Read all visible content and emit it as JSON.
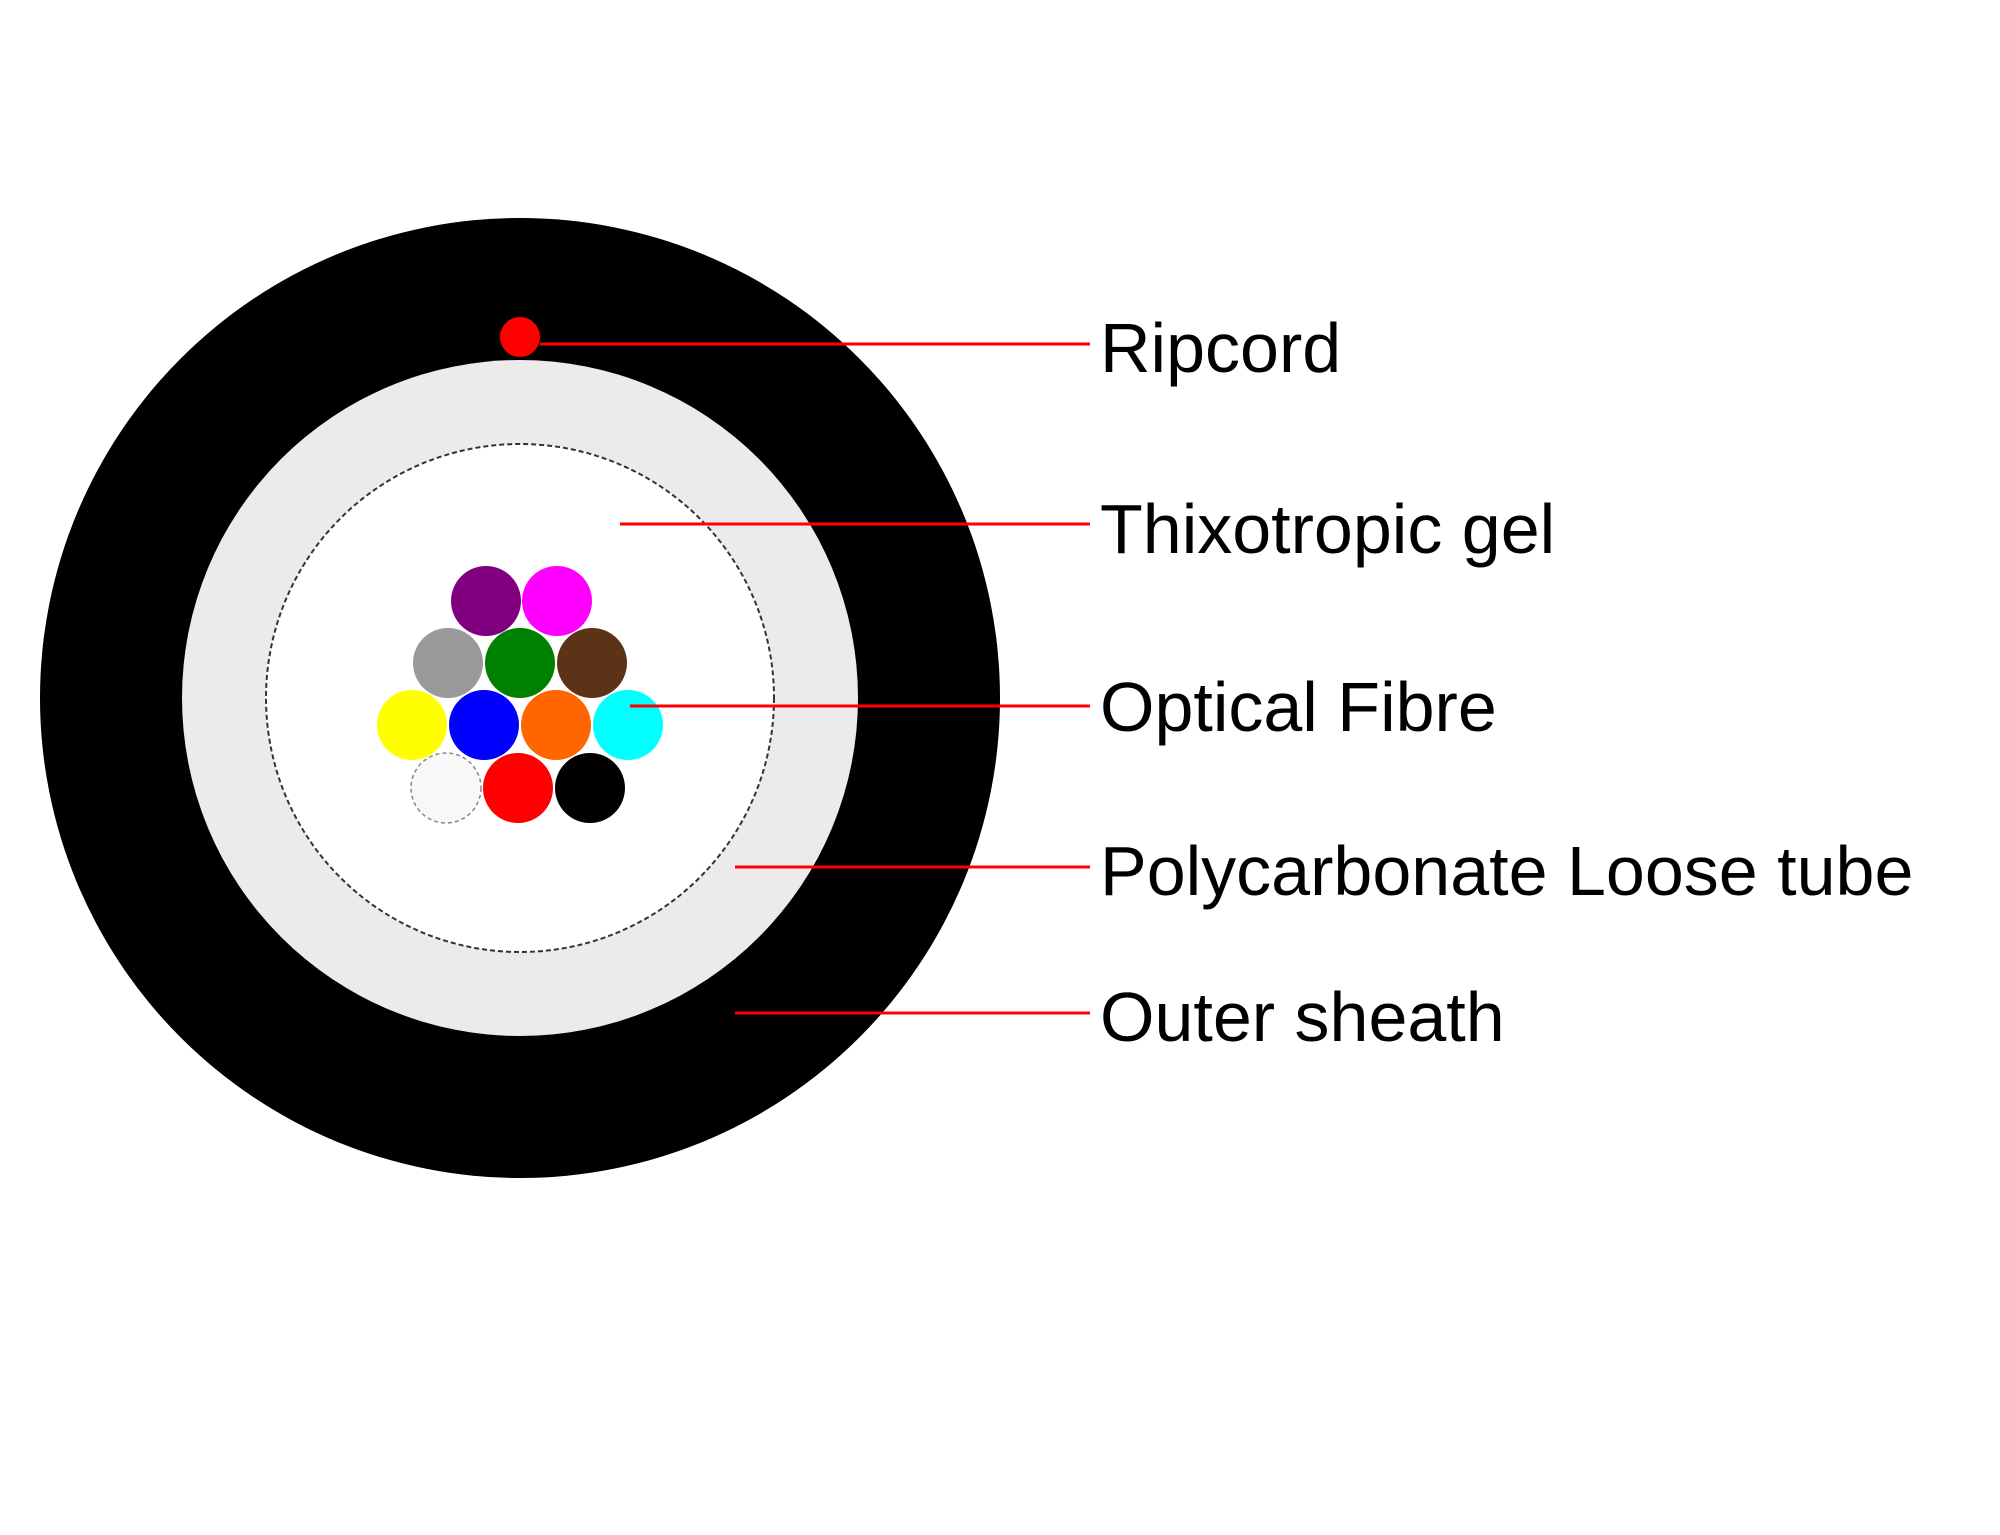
{
  "colors": {
    "outer_sheath": "#000000",
    "loose_tube": "#ebebeb",
    "gel": "#ffffff",
    "tube_outline": "#333333",
    "ripcord": "#ff0000",
    "leader": "#ff0000",
    "label_text": "#000000"
  },
  "fibres": [
    {
      "name": "violet",
      "color": "#800080"
    },
    {
      "name": "rose",
      "color": "#ff00ff"
    },
    {
      "name": "slate",
      "color": "#999999"
    },
    {
      "name": "green",
      "color": "#008000"
    },
    {
      "name": "brown",
      "color": "#5c3317"
    },
    {
      "name": "yellow",
      "color": "#ffff00"
    },
    {
      "name": "blue",
      "color": "#0000ff"
    },
    {
      "name": "orange",
      "color": "#ff6600"
    },
    {
      "name": "aqua",
      "color": "#00ffff"
    },
    {
      "name": "white",
      "color": "#f8f8f8"
    },
    {
      "name": "red",
      "color": "#ff0000"
    },
    {
      "name": "black",
      "color": "#000000"
    }
  ],
  "labels": {
    "ripcord": "Ripcord",
    "gel": "Thixotropic gel",
    "fibre": "Optical Fibre",
    "tube": "Polycarbonate Loose tube",
    "sheath": "Outer sheath"
  }
}
